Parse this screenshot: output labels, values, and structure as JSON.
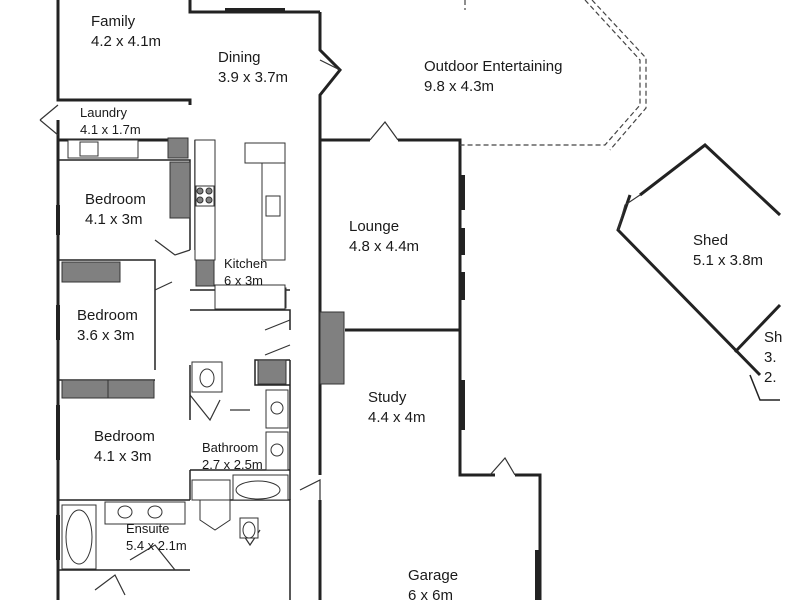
{
  "rooms": {
    "family": {
      "name": "Family",
      "size": "4.2 x 4.1m"
    },
    "dining": {
      "name": "Dining",
      "size": "3.9 x 3.7m"
    },
    "outdoor": {
      "name": "Outdoor Entertaining",
      "size": "9.8 x 4.3m"
    },
    "laundry": {
      "name": "Laundry",
      "size": "4.1 x 1.7m"
    },
    "bedroom1": {
      "name": "Bedroom",
      "size": "4.1 x 3m"
    },
    "lounge": {
      "name": "Lounge",
      "size": "4.8 x 4.4m"
    },
    "shed": {
      "name": "Shed",
      "size": "5.1 x 3.8m"
    },
    "kitchen": {
      "name": "Kitchen",
      "size": "6 x 3m"
    },
    "bedroom2": {
      "name": "Bedroom",
      "size": "3.6 x 3m"
    },
    "shed2": {
      "name": "Sh",
      "size": "3."
    },
    "shed2_extra": "2.",
    "study": {
      "name": "Study",
      "size": "4.4 x 4m"
    },
    "bedroom3": {
      "name": "Bedroom",
      "size": "4.1 x 3m"
    },
    "bathroom": {
      "name": "Bathroom",
      "size": "2.7 x 2.5m"
    },
    "ensuite": {
      "name": "Ensuite",
      "size": "5.4 x 2.1m"
    },
    "garage": {
      "name": "Garage",
      "size": "6 x 6m"
    }
  }
}
